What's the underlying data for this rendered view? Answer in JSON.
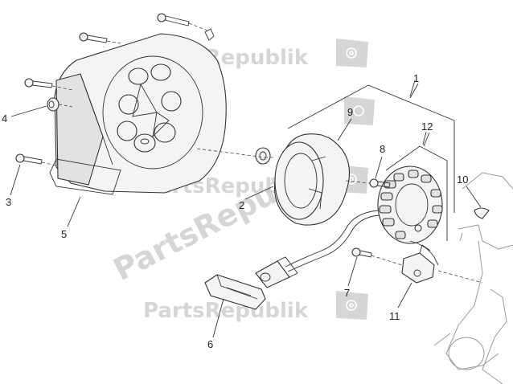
{
  "callouts": {
    "c1": "1",
    "c2": "2",
    "c3": "3",
    "c4": "4",
    "c5": "5",
    "c6": "6",
    "c7": "7",
    "c8": "8",
    "c9": "9",
    "c10": "10",
    "c11": "11",
    "c12": "12"
  },
  "watermark": {
    "text": "PartsRepublik",
    "icon": "gear-flag-icon",
    "color": "#c8c8c8"
  },
  "colors": {
    "line": "#333333",
    "ghost": "#9a9a9a",
    "background": "#ffffff"
  }
}
